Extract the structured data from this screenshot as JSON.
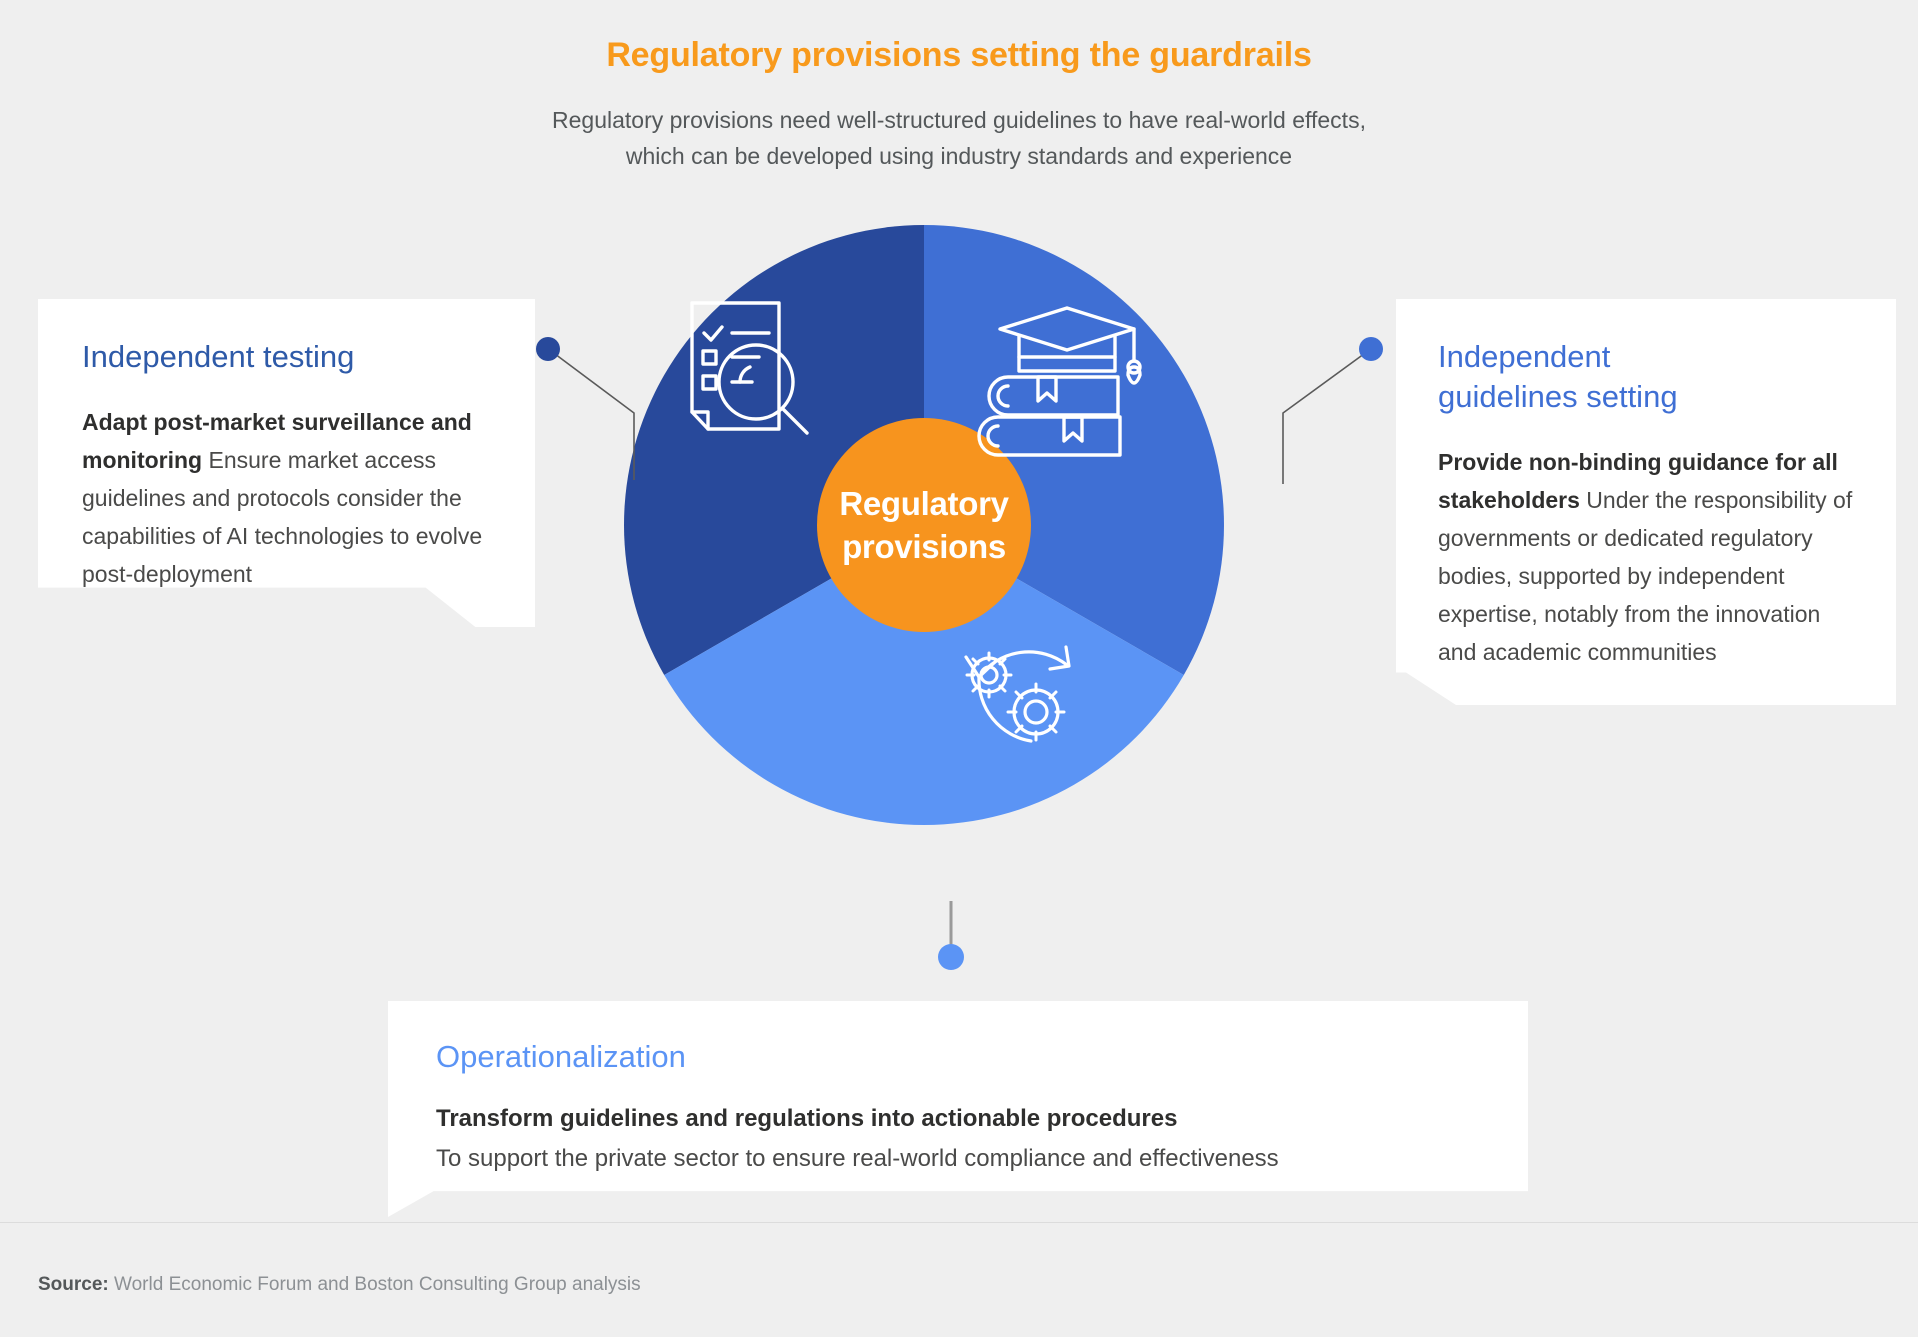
{
  "header": {
    "title": "Regulatory provisions setting the guardrails",
    "subtitle_line1": "Regulatory provisions need well-structured guidelines to have real-world effects,",
    "subtitle_line2": "which can be developed using industry standards and experience"
  },
  "center": {
    "label_line1": "Regulatory",
    "label_line2": "provisions"
  },
  "cards": {
    "left": {
      "title_line1": "Independent testing",
      "lead": "Adapt post-market surveillance and monitoring ",
      "rest": "Ensure market access guidelines and protocols consider the capabilities of AI technologies to evolve post-deployment"
    },
    "right": {
      "title_line1": "Independent",
      "title_line2": "guidelines setting",
      "lead": "Provide non-binding guidance for all stakeholders ",
      "rest": "Under the responsibility of governments or dedicated regulatory bodies, supported by independent expertise, notably from the innovation and academic communities"
    },
    "bottom": {
      "title_line1": "Operationalization",
      "lead": "Transform guidelines and regulations into actionable procedures",
      "rest": "To support the private sector to ensure real-world compliance and effectiveness"
    }
  },
  "footer": {
    "source_label": "Source:",
    "source_text": " World Economic Forum and Boston Consulting Group analysis"
  },
  "colors": {
    "accent_orange": "#f89a1c",
    "center_orange": "#f7941e",
    "segment_dark_blue": "#28499b",
    "segment_mid_blue": "#3f6fd4",
    "segment_light_blue": "#5b94f5",
    "background": "#efefef",
    "card_background": "#ffffff",
    "connector_line": "#5a5a5a",
    "body_text": "#3c3c3b",
    "subtitle_text": "#54585a"
  },
  "chart_data": {
    "type": "pie",
    "title": "Regulatory provisions setting the guardrails",
    "center_label": "Regulatory provisions",
    "categories": [
      "Independent testing",
      "Independent guidelines setting",
      "Operationalization"
    ],
    "values": [
      33.3,
      33.3,
      33.3
    ],
    "colors": [
      "#28499b",
      "#3f6fd4",
      "#5b94f5"
    ],
    "icons": [
      "document-checklist-magnifier-icon",
      "graduation-cap-books-icon",
      "gears-cycle-icon"
    ],
    "legend": "off",
    "donut_hole": true,
    "hole_color": "#f7941e",
    "notes": "Three equal segments, each linked by a leader line to a descriptive callout card"
  },
  "icons": {
    "testing": "document-checklist-magnifier-icon",
    "guidelines": "graduation-cap-books-icon",
    "operationalization": "gears-cycle-icon"
  }
}
